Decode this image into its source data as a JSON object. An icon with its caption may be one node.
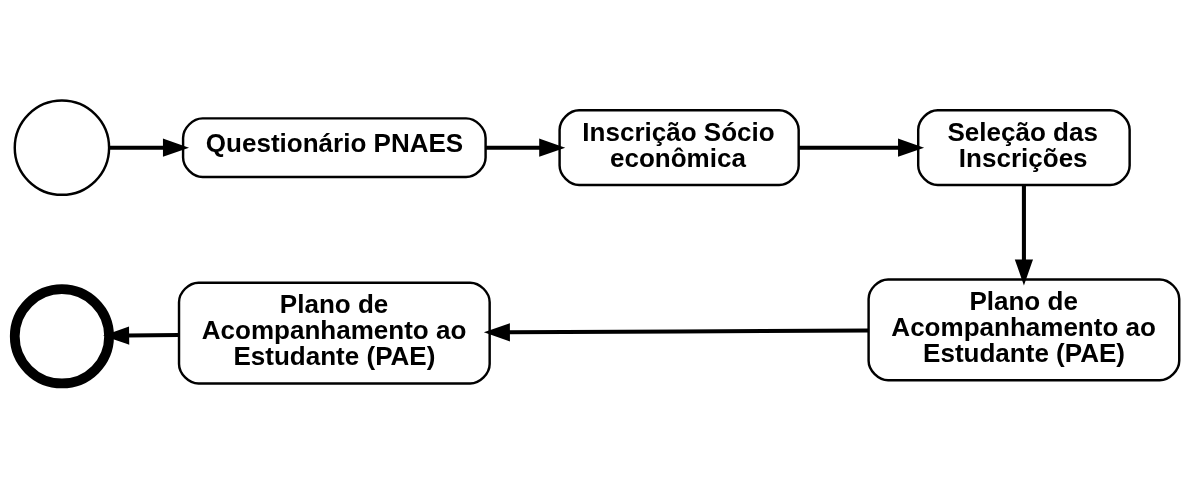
{
  "diagram": {
    "nodes": [
      {
        "text": [],
        "shape": "circle"
      },
      {
        "text": [
          "Questionário PNAES"
        ]
      },
      {
        "text": [
          "Inscrição Sócio econômica"
        ]
      },
      {
        "text": [
          "Seleção das Inscrições"
        ]
      },
      {
        "text": [
          "Plano de Acompanhamento ao Estudante (PAE)"
        ]
      },
      {
        "text": [
          "Plano de Acompanhamento ao Estudante (PAE)"
        ]
      },
      {
        "text": [],
        "shape": "circle"
      }
    ],
    "edges": [
      {
        "from": 0,
        "to": 1,
        "arrow": "to"
      },
      {
        "from": 1,
        "to": 2,
        "arrow": "to"
      },
      {
        "from": 2,
        "to": 3,
        "arrow": "to"
      },
      {
        "from": 3,
        "to": 4,
        "arrow": "to"
      },
      {
        "from": 4,
        "to": 5,
        "arrow": "to"
      },
      {
        "from": 5,
        "to": 6,
        "arrow": "to"
      }
    ]
  }
}
